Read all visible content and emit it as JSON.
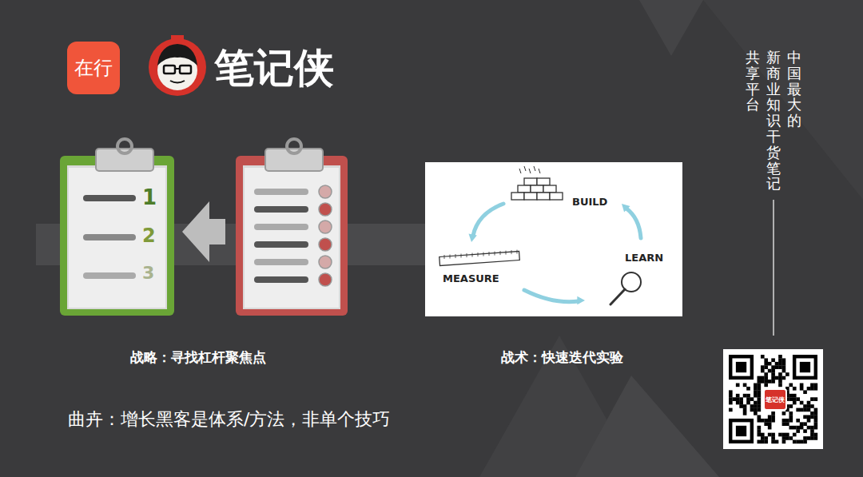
{
  "diagram": {
    "nodes": [
      {
        "text": [
          "在行"
        ]
      },
      {
        "text": [
          "1",
          "2",
          "3"
        ]
      },
      {
        "text": [
          "BUILD",
          "LEARN",
          "MEASURE"
        ]
      },
      {
        "text": [
          "笔记侠"
        ]
      }
    ],
    "labels": [
      "笔记侠",
      "中国最大的",
      "新商业知识干货笔记",
      "共享平台",
      "战略：寻找杠杆聚焦点",
      "战术：快速迭代实验",
      "曲卉：增长黑客是体系/方法，非单个技巧"
    ]
  }
}
